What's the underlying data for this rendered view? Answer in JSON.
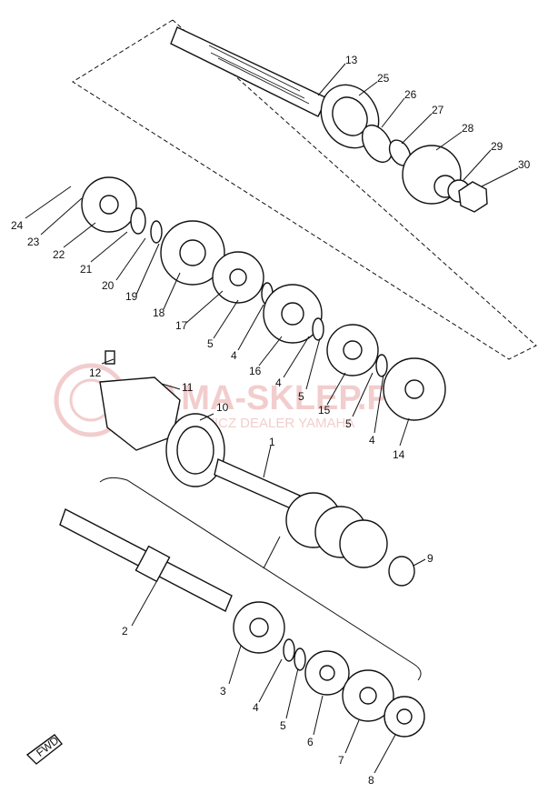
{
  "diagram": {
    "type": "exploded-parts-view",
    "watermark": {
      "brand": "YAMA-SKLEP.PL",
      "subtitle": "WIECHOWICZ DEALER YAMAHA"
    },
    "fwd_label": "FWD",
    "callouts": [
      {
        "id": "c13",
        "label": "13"
      },
      {
        "id": "c25",
        "label": "25"
      },
      {
        "id": "c26",
        "label": "26"
      },
      {
        "id": "c27",
        "label": "27"
      },
      {
        "id": "c28",
        "label": "28"
      },
      {
        "id": "c29",
        "label": "29"
      },
      {
        "id": "c30",
        "label": "30"
      },
      {
        "id": "c24",
        "label": "24"
      },
      {
        "id": "c23",
        "label": "23"
      },
      {
        "id": "c22",
        "label": "22"
      },
      {
        "id": "c21",
        "label": "21"
      },
      {
        "id": "c20",
        "label": "20"
      },
      {
        "id": "c19",
        "label": "19"
      },
      {
        "id": "c18",
        "label": "18"
      },
      {
        "id": "c17",
        "label": "17"
      },
      {
        "id": "c5a",
        "label": "5"
      },
      {
        "id": "c4a",
        "label": "4"
      },
      {
        "id": "c16",
        "label": "16"
      },
      {
        "id": "c4b",
        "label": "4"
      },
      {
        "id": "c5b",
        "label": "5"
      },
      {
        "id": "c15",
        "label": "15"
      },
      {
        "id": "c5c",
        "label": "5"
      },
      {
        "id": "c4c",
        "label": "4"
      },
      {
        "id": "c14",
        "label": "14"
      },
      {
        "id": "c12",
        "label": "12"
      },
      {
        "id": "c11",
        "label": "11"
      },
      {
        "id": "c10",
        "label": "10"
      },
      {
        "id": "c1",
        "label": "1"
      },
      {
        "id": "c9",
        "label": "9"
      },
      {
        "id": "c2",
        "label": "2"
      },
      {
        "id": "c3",
        "label": "3"
      },
      {
        "id": "c4d",
        "label": "4"
      },
      {
        "id": "c5d",
        "label": "5"
      },
      {
        "id": "c6",
        "label": "6"
      },
      {
        "id": "c7",
        "label": "7"
      },
      {
        "id": "c8",
        "label": "8"
      }
    ]
  }
}
